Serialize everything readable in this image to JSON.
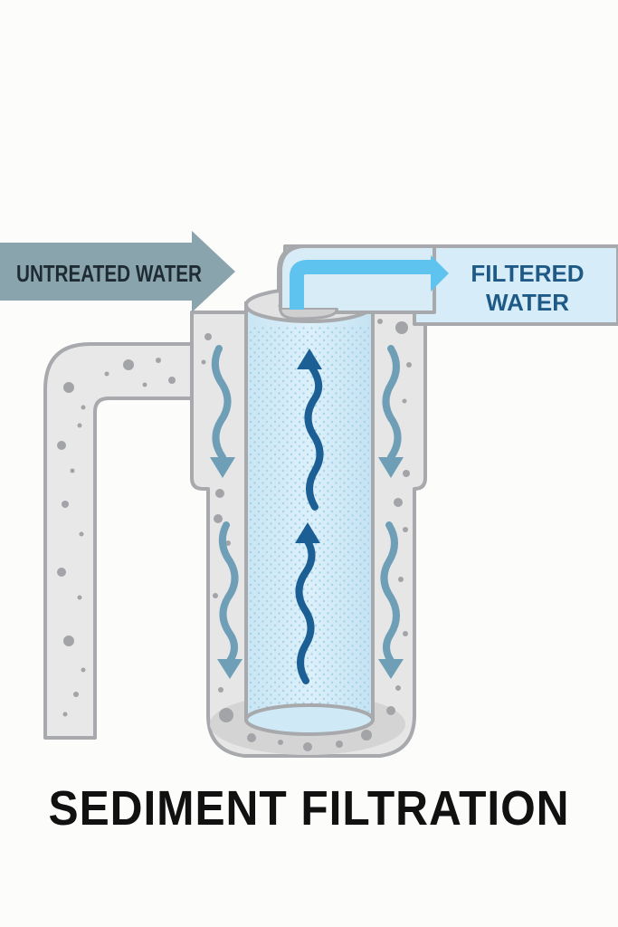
{
  "labels": {
    "untreated": "UNTREATED WATER",
    "filtered_line1": "FILTERED",
    "filtered_line2": "WATER"
  },
  "title": "SEDIMENT FILTRATION",
  "colors": {
    "untreated_arrow": "#8aa4ae",
    "untreated_text": "#1e2b33",
    "filtered_box": "#d6ecf8",
    "filtered_text": "#1f5a86",
    "filtered_arrow": "#5ec3ee",
    "pipe_fill": "#e8e8e8",
    "pipe_stroke": "#a7a9ac",
    "cartridge_fill": "#cfe9f6",
    "cartridge_stroke": "#8fc3db",
    "flow_down": "#6f9fb6",
    "flow_up": "#1c5f95"
  },
  "icons": [
    "flow-down-arrow-icon",
    "flow-up-arrow-icon",
    "outlet-arrow-icon"
  ]
}
